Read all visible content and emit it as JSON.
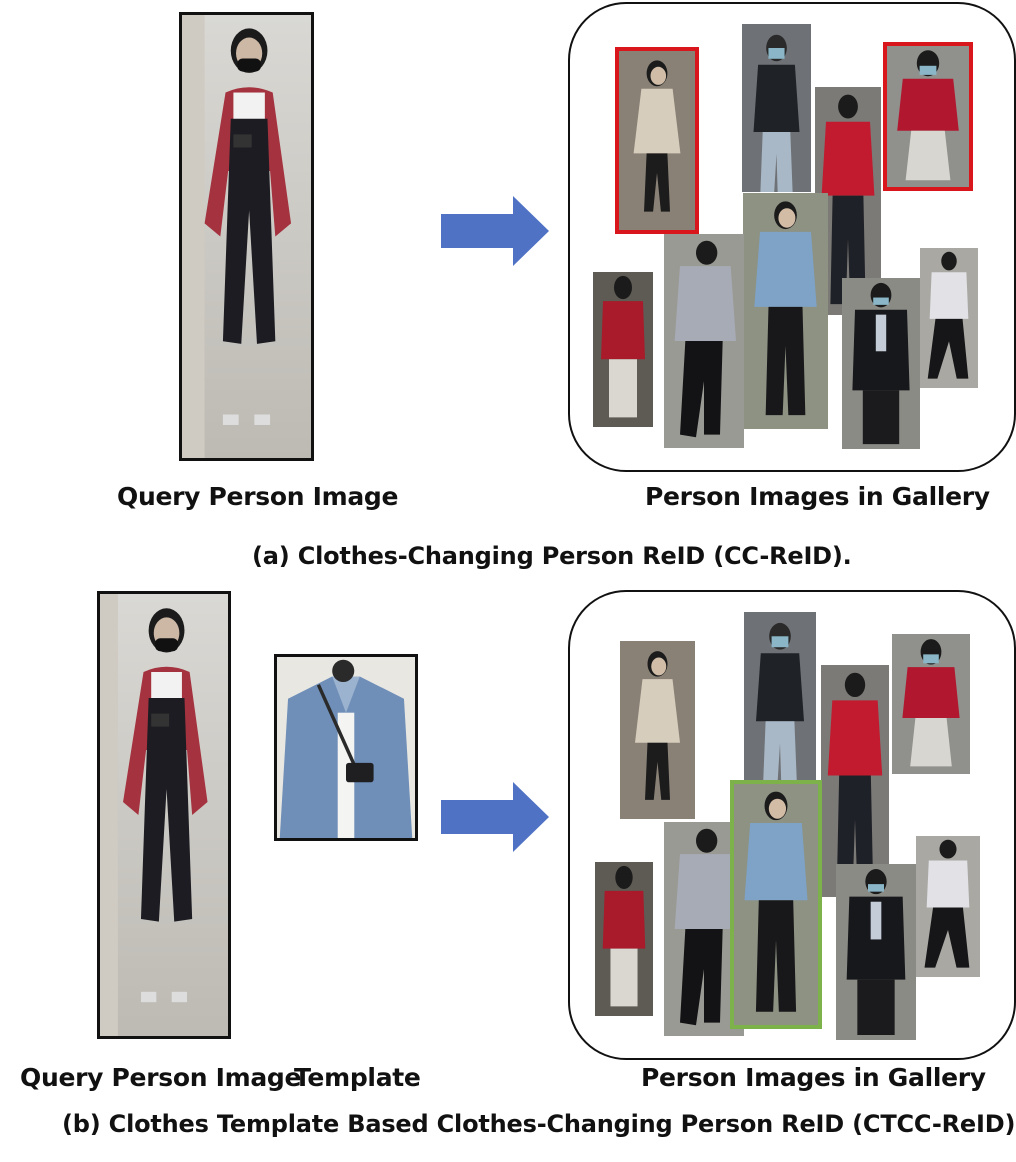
{
  "section_a": {
    "query_label": "Query Person Image",
    "gallery_label": "Person Images in Gallery",
    "caption": "(a) Clothes-Changing Person ReID (CC-ReID)."
  },
  "section_b": {
    "query_label": "Query Person Image",
    "template_label": "Template",
    "gallery_label": "Person Images in Gallery",
    "caption": "(b) Clothes Template Based Clothes-Changing Person ReID (CTCC-ReID)."
  },
  "colors": {
    "arrow": "#4f72c4",
    "match_highlight_a": "#d9161c",
    "match_highlight_b": "#7db24a",
    "frame": "#111111"
  }
}
